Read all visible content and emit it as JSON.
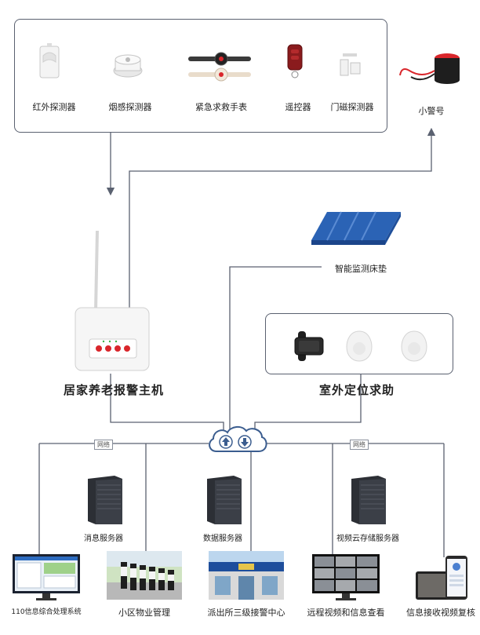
{
  "devices": [
    {
      "label": "红外探测器",
      "icon": "infrared-detector-icon"
    },
    {
      "label": "烟感探测器",
      "icon": "smoke-detector-icon"
    },
    {
      "label": "紧急求救手表",
      "icon": "sos-watch-icon"
    },
    {
      "label": "遥控器",
      "icon": "remote-control-icon"
    },
    {
      "label": "门磁探测器",
      "icon": "door-sensor-icon"
    }
  ],
  "siren": {
    "label": "小警号",
    "icon": "siren-icon"
  },
  "mattress": {
    "label": "智能监测床垫",
    "icon": "mattress-icon"
  },
  "host": {
    "label": "居家养老报警主机",
    "icon": "alarm-host-icon"
  },
  "outdoor": {
    "label": "室外定位求助",
    "icons": [
      "smart-watch-icon",
      "locator-tag-icon",
      "locator-tag-icon"
    ]
  },
  "network_tags": [
    "网络",
    "网络"
  ],
  "servers": [
    {
      "label": "消息服务器",
      "icon": "server-icon"
    },
    {
      "label": "数据服务器",
      "icon": "server-icon"
    },
    {
      "label": "视频云存储服务器",
      "icon": "server-icon"
    }
  ],
  "endpoints": [
    {
      "label": "110信息综合处理系统"
    },
    {
      "label": "小区物业管理"
    },
    {
      "label": "派出所三级接警中心"
    },
    {
      "label": "远程视频和信息查看"
    },
    {
      "label": "信息接收视频复核"
    }
  ],
  "colors": {
    "line": "#5a6170",
    "accent_red": "#d9262b",
    "mattress_blue": "#2b63b5"
  }
}
